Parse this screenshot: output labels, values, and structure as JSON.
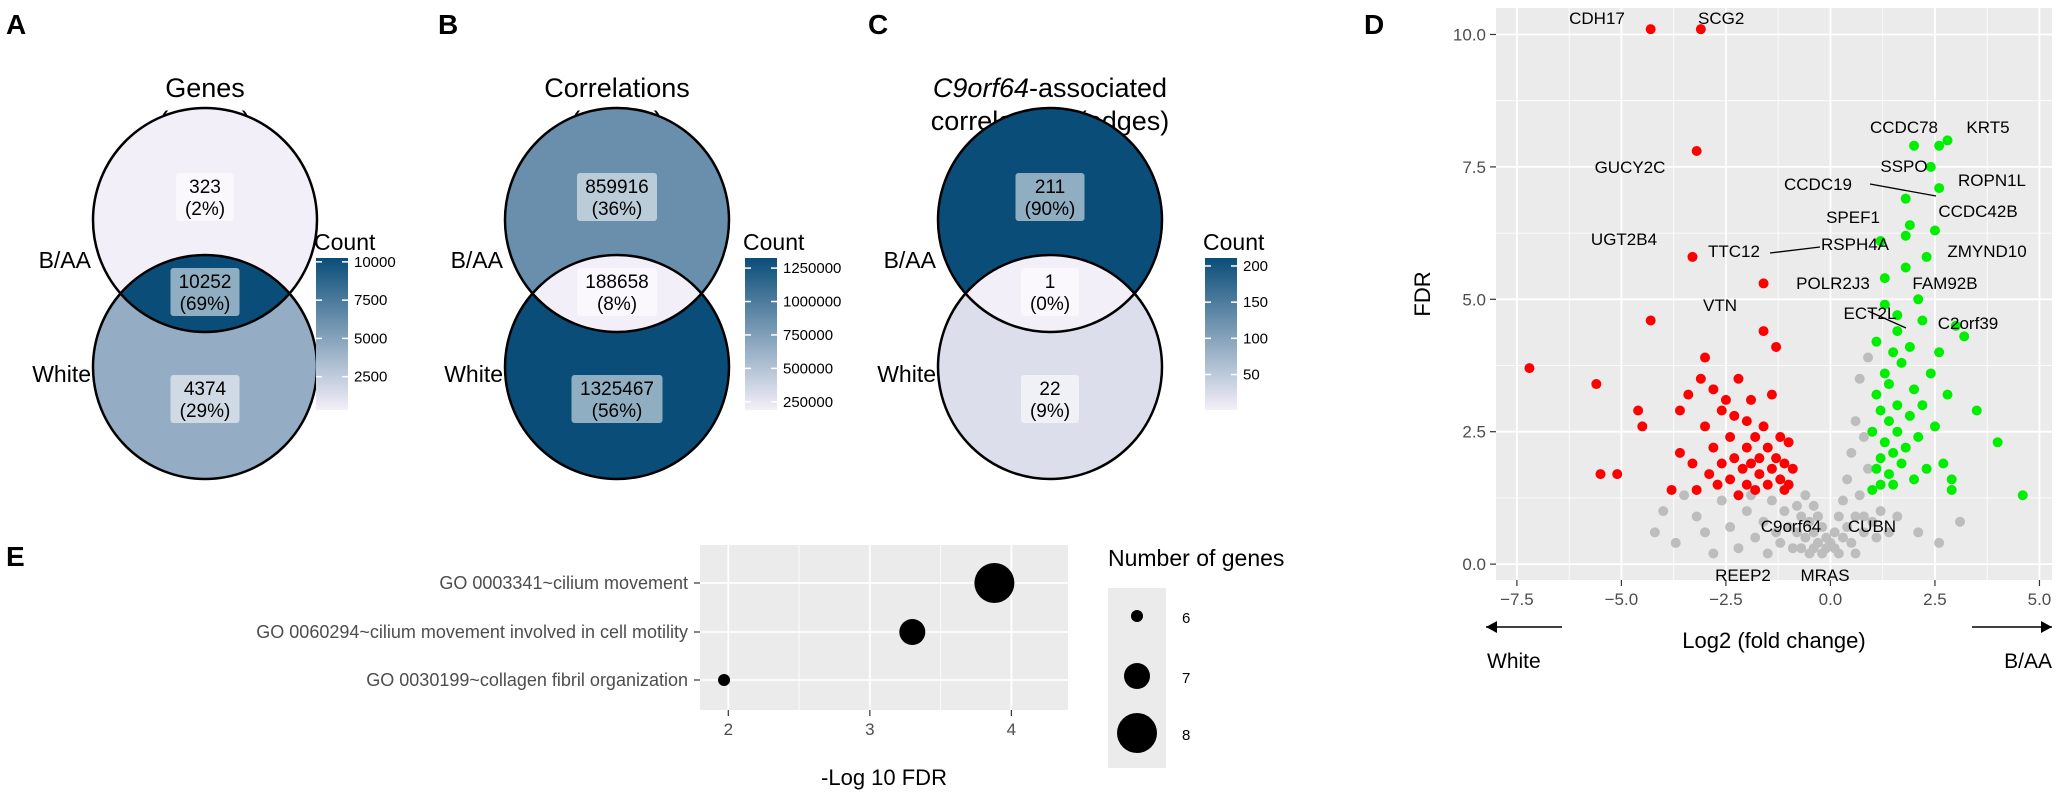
{
  "venns": [
    {
      "letter": "A",
      "title_lines": [
        "Genes",
        "(nodes)"
      ],
      "set_labels": [
        "B/AA",
        "White"
      ],
      "regions": [
        {
          "count": "323",
          "pct": "(2%)",
          "value": 323
        },
        {
          "count": "10252",
          "pct": "(69%)",
          "value": 10252
        },
        {
          "count": "4374",
          "pct": "(29%)",
          "value": 4374
        }
      ],
      "legend": {
        "title": "Count",
        "ticks": [
          "10000",
          "7500",
          "5000",
          "2500"
        ],
        "tick_values": [
          10000,
          7500,
          5000,
          2500
        ],
        "min": 323,
        "max": 10252
      }
    },
    {
      "letter": "B",
      "title_lines": [
        "Correlations",
        "(edges)"
      ],
      "set_labels": [
        "B/AA",
        "White"
      ],
      "regions": [
        {
          "count": "859916",
          "pct": "(36%)",
          "value": 859916
        },
        {
          "count": "188658",
          "pct": "(8%)",
          "value": 188658
        },
        {
          "count": "1325467",
          "pct": "(56%)",
          "value": 1325467
        }
      ],
      "legend": {
        "title": "Count",
        "ticks": [
          "1250000",
          "1000000",
          "750000",
          "500000",
          "250000"
        ],
        "tick_values": [
          1250000,
          1000000,
          750000,
          500000,
          250000
        ],
        "min": 188658,
        "max": 1325467
      }
    },
    {
      "letter": "C",
      "title_italic": "C9orf64",
      "title_lines": [
        "-associated",
        "correlations (edges)"
      ],
      "set_labels": [
        "B/AA",
        "White"
      ],
      "regions": [
        {
          "count": "211",
          "pct": "(90%)",
          "value": 211
        },
        {
          "count": "1",
          "pct": "(0%)",
          "value": 1
        },
        {
          "count": "22",
          "pct": "(9%)",
          "value": 22
        }
      ],
      "legend": {
        "title": "Count",
        "ticks": [
          "200",
          "150",
          "100",
          "50"
        ],
        "tick_values": [
          200,
          150,
          100,
          50
        ],
        "min": 1,
        "max": 211
      }
    }
  ],
  "colors": {
    "venn_low": "#f3eff8",
    "venn_high": "#0a4d78",
    "panel_bg": "#ebebeb",
    "down": "#ff0000",
    "up": "#00ee00",
    "ns": "#bdbdbd"
  },
  "chart_data": [
    {
      "type": "scatter",
      "panel": "D",
      "xlabel": "Log2 (fold change)",
      "ylabel": "FDR",
      "xlim": [
        -8,
        5.3
      ],
      "ylim": [
        -0.3,
        10.5
      ],
      "x_ticks": [
        -7.5,
        -5.0,
        -2.5,
        0.0,
        2.5,
        5.0
      ],
      "x_tick_labels": [
        "−7.5",
        "−5.0",
        "−2.5",
        "0.0",
        "2.5",
        "5.0"
      ],
      "y_ticks": [
        0.0,
        2.5,
        5.0,
        7.5,
        10.0
      ],
      "y_tick_labels": [
        "0.0",
        "2.5",
        "5.0",
        "7.5",
        "10.0"
      ],
      "grid": true,
      "direction_labels": {
        "left": "White",
        "right": "B/AA"
      },
      "labeled_genes": [
        {
          "name": "CDH17",
          "x": -4.3,
          "y": 10.1
        },
        {
          "name": "SCG2",
          "x": -3.1,
          "y": 10.1
        },
        {
          "name": "GUCY2C",
          "x": -3.2,
          "y": 7.8
        },
        {
          "name": "UGT2B4",
          "x": -3.3,
          "y": 5.8
        },
        {
          "name": "VTN",
          "x": -1.6,
          "y": 5.3
        },
        {
          "name": "CCDC78",
          "x": 2.6,
          "y": 7.9
        },
        {
          "name": "KRT5",
          "x": 2.8,
          "y": 8.0
        },
        {
          "name": "SSPO",
          "x": 2.4,
          "y": 7.5
        },
        {
          "name": "ROPN1L",
          "x": 2.6,
          "y": 7.1
        },
        {
          "name": "CCDC19",
          "x": 1.8,
          "y": 6.9
        },
        {
          "name": "SPEF1",
          "x": 1.9,
          "y": 6.4
        },
        {
          "name": "CCDC42B",
          "x": 2.5,
          "y": 6.3
        },
        {
          "name": "TTC12",
          "x": 1.2,
          "y": 6.1
        },
        {
          "name": "RSPH4A",
          "x": 1.8,
          "y": 6.2
        },
        {
          "name": "ZMYND10",
          "x": 2.3,
          "y": 5.8
        },
        {
          "name": "POLR2J3",
          "x": 1.3,
          "y": 5.4
        },
        {
          "name": "FAM92B",
          "x": 2.1,
          "y": 5.0
        },
        {
          "name": "ECT2L",
          "x": 1.6,
          "y": 4.7
        },
        {
          "name": "C2orf39",
          "x": 3.0,
          "y": 4.5
        },
        {
          "name": "C9orf64",
          "x": -0.3,
          "y": 0.9
        },
        {
          "name": "CUBN",
          "x": 0.8,
          "y": 0.9
        },
        {
          "name": "REEP2",
          "x": -0.4,
          "y": 0.3
        },
        {
          "name": "MRAS",
          "x": 0.6,
          "y": 0.2
        }
      ],
      "series": [
        {
          "name": "",
          "color_key": "down",
          "points": [
            [
              -7.2,
              3.7
            ],
            [
              -5.6,
              3.4
            ],
            [
              -5.5,
              1.7
            ],
            [
              -5.1,
              1.7
            ],
            [
              -4.6,
              2.9
            ],
            [
              -4.5,
              2.6
            ],
            [
              -4.3,
              4.6
            ],
            [
              -3.8,
              1.4
            ],
            [
              -3.6,
              2.1
            ],
            [
              -3.6,
              2.9
            ],
            [
              -3.4,
              3.2
            ],
            [
              -3.3,
              1.9
            ],
            [
              -3.2,
              1.4
            ],
            [
              -3.1,
              3.5
            ],
            [
              -3.0,
              3.9
            ],
            [
              -3.0,
              2.6
            ],
            [
              -2.9,
              1.7
            ],
            [
              -2.8,
              3.3
            ],
            [
              -2.8,
              2.2
            ],
            [
              -2.7,
              1.5
            ],
            [
              -2.6,
              2.9
            ],
            [
              -2.6,
              1.9
            ],
            [
              -2.5,
              3.1
            ],
            [
              -2.4,
              2.4
            ],
            [
              -2.4,
              1.6
            ],
            [
              -2.3,
              2.0
            ],
            [
              -2.3,
              2.8
            ],
            [
              -2.2,
              1.3
            ],
            [
              -2.2,
              3.5
            ],
            [
              -2.1,
              1.8
            ],
            [
              -2.0,
              2.2
            ],
            [
              -2.0,
              2.7
            ],
            [
              -2.0,
              1.5
            ],
            [
              -1.9,
              1.9
            ],
            [
              -1.9,
              3.1
            ],
            [
              -1.8,
              2.4
            ],
            [
              -1.8,
              1.4
            ],
            [
              -1.7,
              2.0
            ],
            [
              -1.7,
              1.7
            ],
            [
              -1.6,
              2.6
            ],
            [
              -1.6,
              4.4
            ],
            [
              -1.5,
              1.5
            ],
            [
              -1.5,
              2.2
            ],
            [
              -1.4,
              1.8
            ],
            [
              -1.4,
              3.2
            ],
            [
              -1.3,
              4.1
            ],
            [
              -1.3,
              2.0
            ],
            [
              -1.2,
              1.6
            ],
            [
              -1.2,
              2.4
            ],
            [
              -1.1,
              1.4
            ],
            [
              -1.1,
              1.9
            ],
            [
              -1.0,
              2.3
            ],
            [
              -1.0,
              1.5
            ],
            [
              -0.9,
              1.8
            ]
          ]
        },
        {
          "name": "",
          "color_key": "up",
          "points": [
            [
              1.0,
              1.4
            ],
            [
              1.0,
              2.5
            ],
            [
              1.1,
              1.8
            ],
            [
              1.1,
              3.2
            ],
            [
              1.1,
              4.2
            ],
            [
              1.2,
              2.0
            ],
            [
              1.2,
              2.9
            ],
            [
              1.2,
              1.5
            ],
            [
              1.3,
              3.6
            ],
            [
              1.3,
              2.3
            ],
            [
              1.3,
              4.9
            ],
            [
              1.4,
              1.7
            ],
            [
              1.4,
              2.7
            ],
            [
              1.4,
              3.4
            ],
            [
              1.5,
              2.1
            ],
            [
              1.5,
              4.0
            ],
            [
              1.5,
              1.5
            ],
            [
              1.6,
              2.5
            ],
            [
              1.6,
              3.0
            ],
            [
              1.6,
              4.4
            ],
            [
              1.7,
              1.9
            ],
            [
              1.7,
              3.8
            ],
            [
              1.8,
              2.2
            ],
            [
              1.8,
              5.6
            ],
            [
              1.9,
              2.8
            ],
            [
              1.9,
              4.1
            ],
            [
              2.0,
              1.6
            ],
            [
              2.0,
              3.3
            ],
            [
              2.0,
              7.9
            ],
            [
              2.1,
              2.4
            ],
            [
              2.2,
              4.6
            ],
            [
              2.2,
              3.0
            ],
            [
              2.3,
              1.8
            ],
            [
              2.4,
              3.6
            ],
            [
              2.5,
              2.6
            ],
            [
              2.6,
              4.0
            ],
            [
              2.7,
              1.9
            ],
            [
              2.8,
              3.2
            ],
            [
              2.9,
              1.4
            ],
            [
              2.9,
              1.6
            ],
            [
              3.2,
              4.3
            ],
            [
              3.5,
              2.9
            ],
            [
              4.0,
              2.3
            ],
            [
              4.6,
              1.3
            ]
          ]
        },
        {
          "name": "",
          "color_key": "ns",
          "points": [
            [
              -4.0,
              1.0
            ],
            [
              -3.7,
              0.4
            ],
            [
              -3.2,
              0.9
            ],
            [
              -3.0,
              0.6
            ],
            [
              -2.8,
              0.2
            ],
            [
              -2.6,
              1.2
            ],
            [
              -2.4,
              0.7
            ],
            [
              -2.2,
              0.3
            ],
            [
              -2.0,
              1.0
            ],
            [
              -1.8,
              0.5
            ],
            [
              -1.6,
              0.8
            ],
            [
              -1.5,
              0.2
            ],
            [
              -1.4,
              1.2
            ],
            [
              -1.3,
              0.6
            ],
            [
              -1.2,
              0.4
            ],
            [
              -1.1,
              1.0
            ],
            [
              -1.0,
              0.7
            ],
            [
              -0.9,
              0.3
            ],
            [
              -0.8,
              1.1
            ],
            [
              -0.8,
              0.6
            ],
            [
              -0.7,
              0.9
            ],
            [
              -0.7,
              0.3
            ],
            [
              -0.6,
              1.3
            ],
            [
              -0.6,
              0.5
            ],
            [
              -0.5,
              0.8
            ],
            [
              -0.5,
              0.2
            ],
            [
              -0.4,
              1.1
            ],
            [
              -0.4,
              0.6
            ],
            [
              -0.3,
              0.4
            ],
            [
              -0.3,
              0.9
            ],
            [
              -0.2,
              0.2
            ],
            [
              -0.2,
              0.7
            ],
            [
              -0.1,
              0.5
            ],
            [
              -0.1,
              0.3
            ],
            [
              0.0,
              0.4
            ],
            [
              0.1,
              0.3
            ],
            [
              0.1,
              0.6
            ],
            [
              0.2,
              0.2
            ],
            [
              0.2,
              0.9
            ],
            [
              0.3,
              0.5
            ],
            [
              0.3,
              1.2
            ],
            [
              0.4,
              0.7
            ],
            [
              0.4,
              1.6
            ],
            [
              0.5,
              0.4
            ],
            [
              0.5,
              2.1
            ],
            [
              0.6,
              0.9
            ],
            [
              0.6,
              2.7
            ],
            [
              0.7,
              1.3
            ],
            [
              0.7,
              3.5
            ],
            [
              0.8,
              0.6
            ],
            [
              0.8,
              2.4
            ],
            [
              0.9,
              1.8
            ],
            [
              0.9,
              3.9
            ],
            [
              1.0,
              0.8
            ],
            [
              1.1,
              0.5
            ],
            [
              1.2,
              1.0
            ],
            [
              1.4,
              0.6
            ],
            [
              1.6,
              0.9
            ],
            [
              2.1,
              0.6
            ],
            [
              2.6,
              0.4
            ],
            [
              3.1,
              0.8
            ],
            [
              -4.2,
              0.6
            ],
            [
              -3.5,
              1.3
            ],
            [
              -1.9,
              1.3
            ]
          ]
        }
      ]
    },
    {
      "type": "scatter",
      "panel": "E",
      "xlabel": "-Log 10 FDR",
      "ylabel": "",
      "xlim": [
        1.8,
        4.4
      ],
      "x_ticks": [
        2,
        3,
        4
      ],
      "x_tick_labels": [
        "2",
        "3",
        "4"
      ],
      "grid": true,
      "categories": [
        "GO 0003341~cilium movement",
        "GO 0060294~cilium movement involved in cell motility",
        "GO 0030199~collagen fibril organization"
      ],
      "x": [
        3.88,
        3.3,
        1.97
      ],
      "size": [
        8,
        7,
        6
      ],
      "legend": {
        "title": "Number of genes",
        "entries": [
          "6",
          "7",
          "8"
        ],
        "entry_values": [
          6,
          7,
          8
        ],
        "placement": "right"
      }
    }
  ]
}
